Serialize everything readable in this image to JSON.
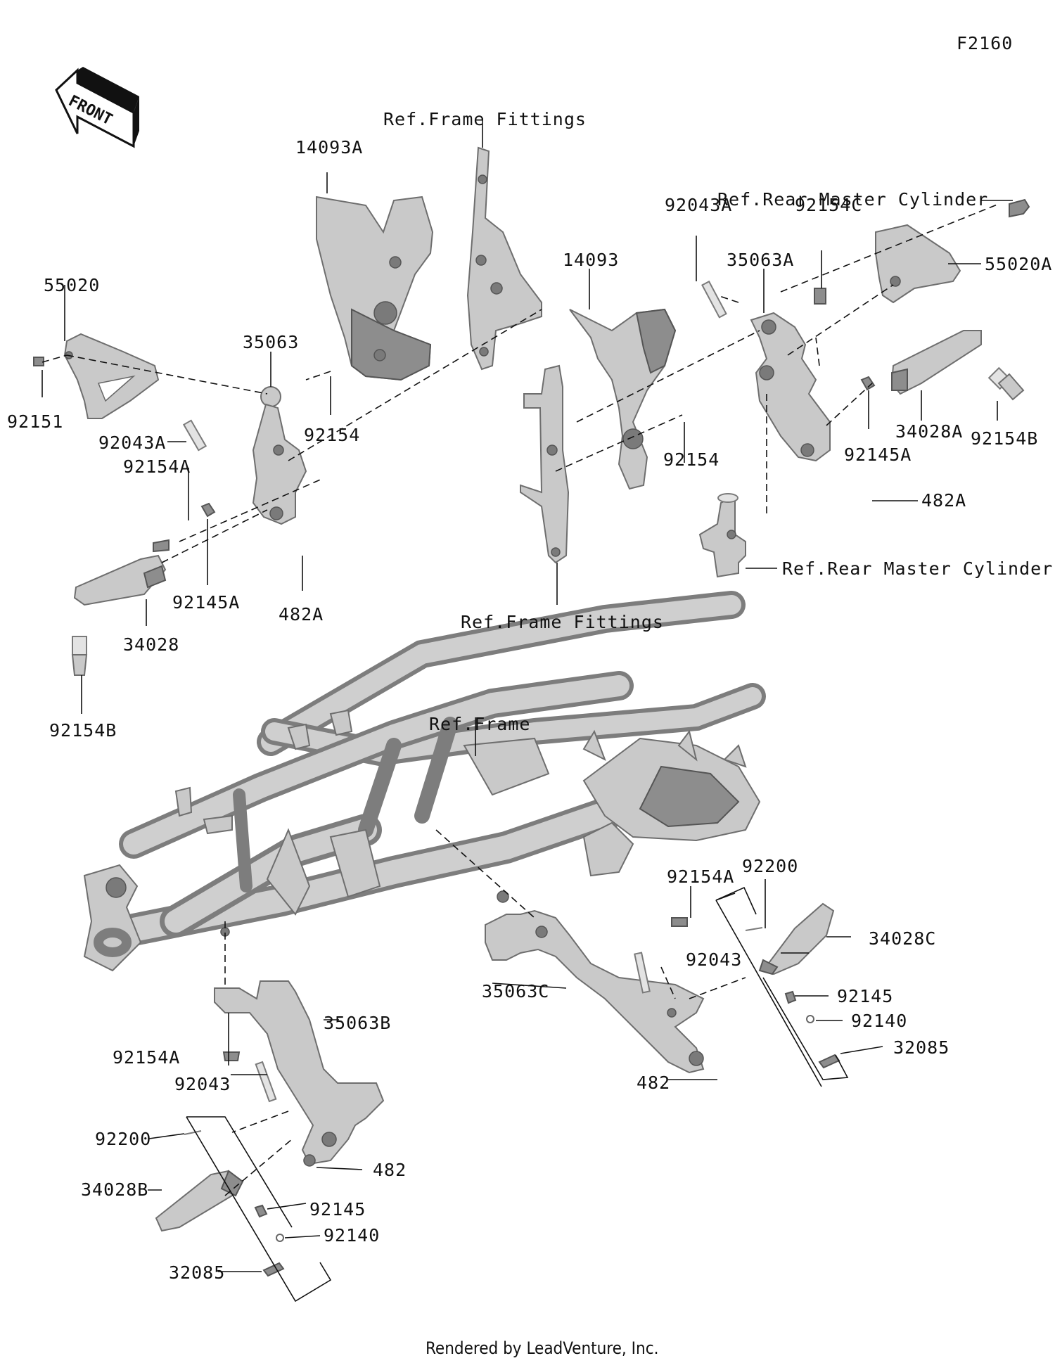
{
  "diagram_code": "F2160",
  "front_label": "FRONT",
  "footer": "Rendered by LeadVenture, Inc.",
  "labels": {
    "ref_frame_fittings_top": "Ref.Frame Fittings",
    "ref_frame_fittings_bottom": "Ref.Frame Fittings",
    "ref_rear_master_cylinder_top": "Ref.Rear Master Cylinder",
    "ref_rear_master_cylinder_bottom": "Ref.Rear Master Cylinder",
    "ref_frame": "Ref.Frame",
    "p14093A": "14093A",
    "p14093": "14093",
    "p55020": "55020",
    "p55020A": "55020A",
    "p35063": "35063",
    "p35063A": "35063A",
    "p35063B": "35063B",
    "p35063C": "35063C",
    "p92151": "92151",
    "p92043A_left": "92043A",
    "p92043A_right": "92043A",
    "p92154A_left": "92154A",
    "p92154A_mid": "92154A",
    "p92154A_bottom": "92154A",
    "p92154_left": "92154",
    "p92154_center": "92154",
    "p92154C": "92154C",
    "p92154B_left": "92154B",
    "p92154B_right": "92154B",
    "p92145A_left": "92145A",
    "p92145A_right": "92145A",
    "p482A_left": "482A",
    "p482A_right": "482A",
    "p34028": "34028",
    "p34028A": "34028A",
    "p34028B": "34028B",
    "p34028C": "34028C",
    "p92200_right": "92200",
    "p92200_left": "92200",
    "p92043_right": "92043",
    "p92043_left": "92043",
    "p92145_right": "92145",
    "p92145_left": "92145",
    "p92140_right": "92140",
    "p92140_left": "92140",
    "p32085_right": "32085",
    "p32085_left": "32085",
    "p482_right": "482",
    "p482_left": "482"
  }
}
